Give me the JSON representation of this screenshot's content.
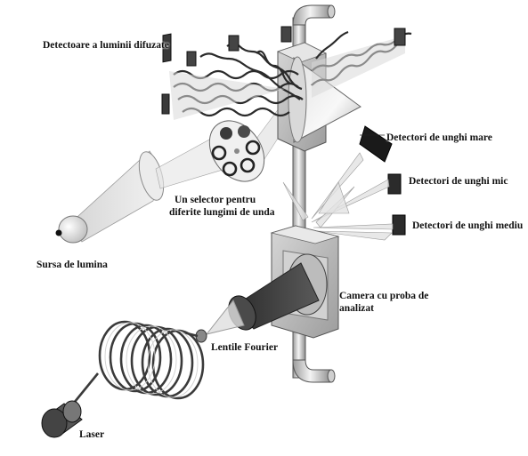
{
  "labels": {
    "scatter_detectors": "Detectoare a luminii difuzate",
    "large_angle_detectors": "Detectori de unghi mare",
    "small_angle_detectors": "Detectori de unghi mic",
    "medium_angle_detectors": "Detectori de unghi mediu",
    "wavelength_selector_line1": "Un selector pentru",
    "wavelength_selector_line2": "diferite lungimi de unda",
    "light_source": "Sursa de lumina",
    "sample_cell_line1": "Camera cu proba de",
    "sample_cell_line2": "analizat",
    "fourier_lens": "Lentile Fourier",
    "laser": "Laser"
  }
}
